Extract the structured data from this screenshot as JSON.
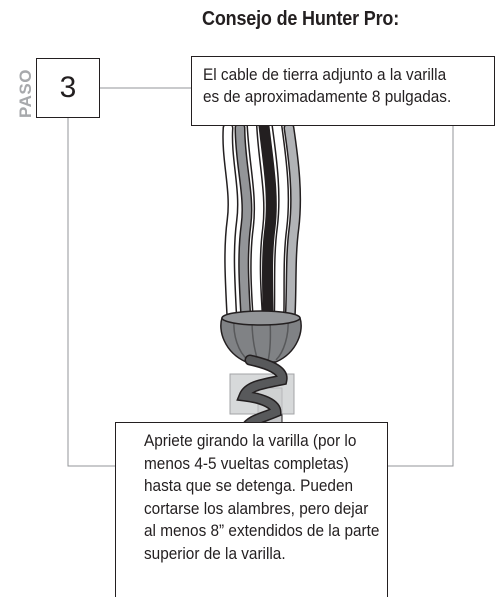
{
  "heading": "Consejo de Hunter Pro:",
  "step": {
    "label": "PASO",
    "number": "3"
  },
  "tip": {
    "lines": [
      "El cable de tierra adjunto a la varilla",
      "es de aproximadamente 8 pulgadas."
    ]
  },
  "instruction": {
    "lines": [
      "Apriete girando la varilla (por lo",
      "menos 4-5 vueltas completas)",
      "hasta que se detenga. Pueden",
      "cortarse los alambres, pero dejar",
      "al menos 8” extendidos de la parte",
      "superior de la varilla."
    ]
  },
  "illustration": {
    "subject": "wires-twisted-around-ground-rod",
    "colors": {
      "outline": "#231f20",
      "light_gray": "#d1d3d4",
      "mid_gray": "#939598",
      "dark_gray": "#58595b"
    }
  }
}
